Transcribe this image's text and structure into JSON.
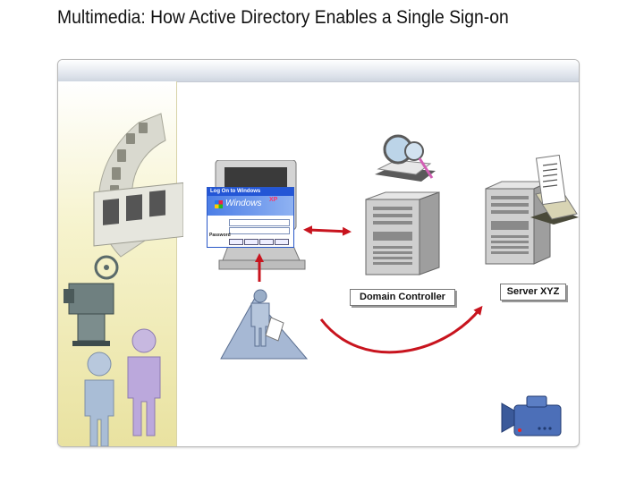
{
  "title": "Multimedia: How Active Directory Enables a Single Sign-on",
  "login_dialog": {
    "title": "Log On to Windows",
    "logo": "Windows",
    "logo_suffix": "XP",
    "password_label": "Password"
  },
  "nodes": {
    "domain_controller": {
      "label": "Domain Controller"
    },
    "server": {
      "label": "Server XYZ"
    }
  },
  "colors": {
    "arrow": "#c8141e",
    "panel": "#f3efc2",
    "frame_border": "#b8b8b8"
  },
  "icons": [
    "film-strip-icon",
    "projector-icon",
    "people-icon",
    "magnifier-icon",
    "document-icon",
    "video-camera-icon",
    "user-icon"
  ]
}
